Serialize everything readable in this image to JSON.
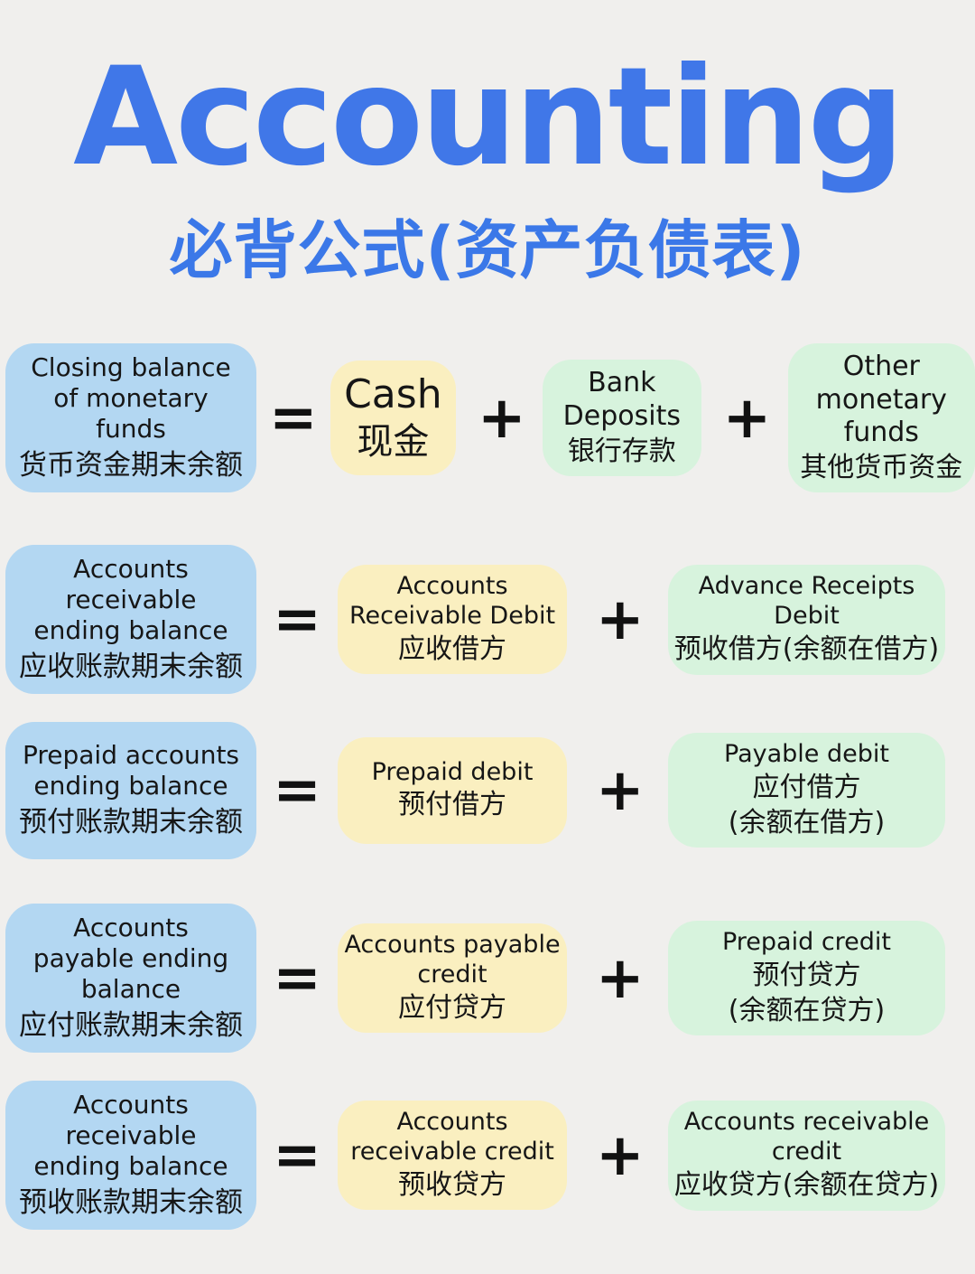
{
  "title": "Accounting",
  "subtitle": "必背公式(资产负债表)",
  "operators": {
    "equals": "=",
    "plus": "+"
  },
  "colors": {
    "title_blue": "#4077e8",
    "blue_box": "#b3d7f2",
    "yellow_box": "#faefc0",
    "green_box": "#d7f3dd",
    "background": "#f0efed",
    "text": "#161616"
  },
  "rows": [
    {
      "result": {
        "en": "Closing balance of monetary funds",
        "zh": "货币资金期末余额"
      },
      "terms": [
        {
          "en": "Cash",
          "zh": "现金"
        },
        {
          "en": "Bank Deposits",
          "zh": "银行存款"
        },
        {
          "en": "Other monetary funds",
          "zh": "其他货币资金"
        }
      ]
    },
    {
      "result": {
        "en": "Accounts receivable ending balance",
        "zh": "应收账款期末余额"
      },
      "terms": [
        {
          "en": "Accounts Receivable Debit",
          "zh": "应收借方"
        },
        {
          "en": "Advance Receipts Debit",
          "zh": "预收借方(余额在借方)"
        }
      ]
    },
    {
      "result": {
        "en": "Prepaid accounts ending balance",
        "zh": "预付账款期末余额"
      },
      "terms": [
        {
          "en": "Prepaid debit",
          "zh": "预付借方"
        },
        {
          "en": "Payable debit",
          "zh": "应付借方",
          "zh2": "(余额在借方)"
        }
      ]
    },
    {
      "result": {
        "en": "Accounts payable ending balance",
        "zh": "应付账款期末余额"
      },
      "terms": [
        {
          "en": "Accounts payable credit",
          "zh": "应付贷方"
        },
        {
          "en": "Prepaid credit",
          "zh": "预付贷方",
          "zh2": "(余额在贷方)"
        }
      ]
    },
    {
      "result": {
        "en": "Accounts receivable ending balance",
        "zh": "预收账款期末余额"
      },
      "terms": [
        {
          "en": "Accounts receivable credit",
          "zh": "预收贷方"
        },
        {
          "en": "Accounts receivable credit",
          "zh": "应收贷方(余额在贷方)"
        }
      ]
    }
  ]
}
